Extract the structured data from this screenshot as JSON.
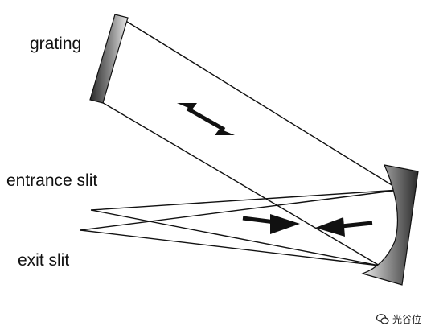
{
  "labels": {
    "grating": "grating",
    "entrance_slit": "entrance slit",
    "exit_slit": "exit slit"
  },
  "watermark": {
    "text": "光谷位",
    "icon": "wechat-icon"
  },
  "colors": {
    "line": "#111111",
    "optic_dark": "#2a2a2a",
    "optic_light": "#e8e8e8"
  }
}
